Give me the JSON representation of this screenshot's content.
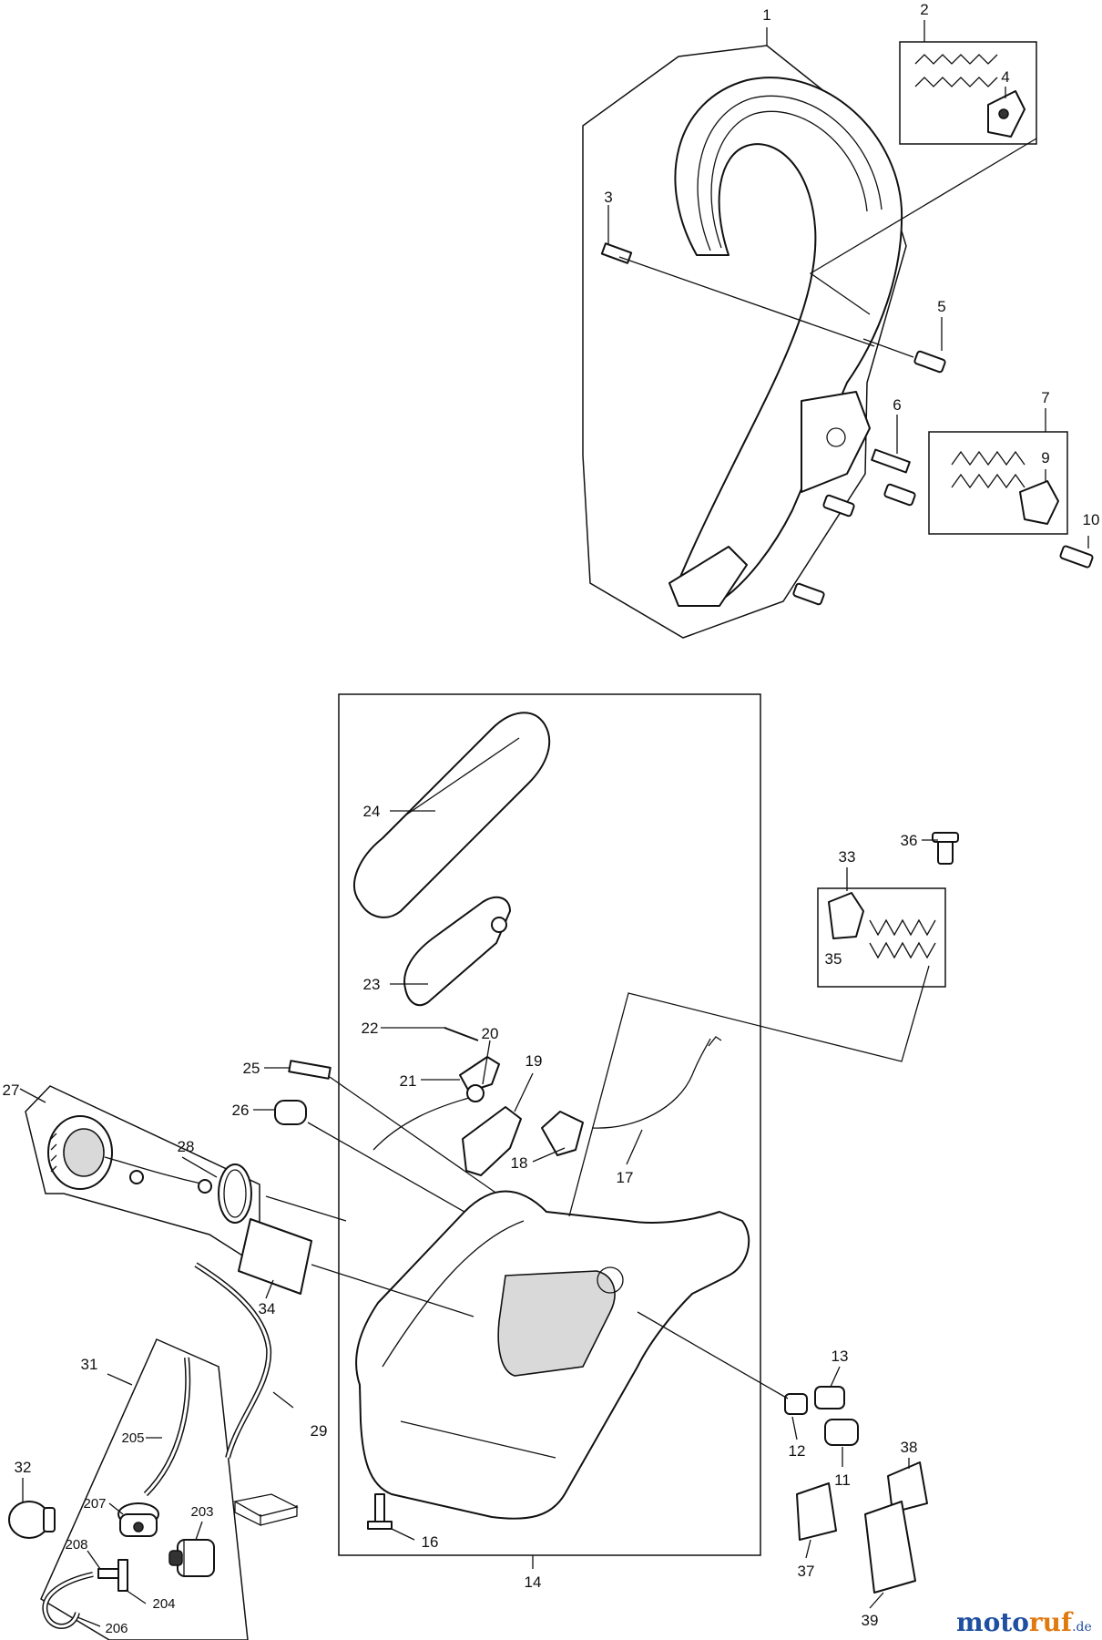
{
  "parts": [
    {
      "id": "p1",
      "label": "1"
    },
    {
      "id": "p2",
      "label": "2"
    },
    {
      "id": "p3",
      "label": "3"
    },
    {
      "id": "p4",
      "label": "4"
    },
    {
      "id": "p5",
      "label": "5"
    },
    {
      "id": "p6",
      "label": "6"
    },
    {
      "id": "p7",
      "label": "7"
    },
    {
      "id": "p9",
      "label": "9"
    },
    {
      "id": "p10",
      "label": "10"
    },
    {
      "id": "p11",
      "label": "11"
    },
    {
      "id": "p12",
      "label": "12"
    },
    {
      "id": "p13",
      "label": "13"
    },
    {
      "id": "p14",
      "label": "14"
    },
    {
      "id": "p16",
      "label": "16"
    },
    {
      "id": "p17",
      "label": "17"
    },
    {
      "id": "p18",
      "label": "18"
    },
    {
      "id": "p19",
      "label": "19"
    },
    {
      "id": "p20",
      "label": "20"
    },
    {
      "id": "p21",
      "label": "21"
    },
    {
      "id": "p22",
      "label": "22"
    },
    {
      "id": "p23",
      "label": "23"
    },
    {
      "id": "p24",
      "label": "24"
    },
    {
      "id": "p25",
      "label": "25"
    },
    {
      "id": "p26",
      "label": "26"
    },
    {
      "id": "p27",
      "label": "27"
    },
    {
      "id": "p28",
      "label": "28"
    },
    {
      "id": "p29",
      "label": "29"
    },
    {
      "id": "p31",
      "label": "31"
    },
    {
      "id": "p32",
      "label": "32"
    },
    {
      "id": "p33",
      "label": "33"
    },
    {
      "id": "p34",
      "label": "34"
    },
    {
      "id": "p35",
      "label": "35"
    },
    {
      "id": "p36",
      "label": "36"
    },
    {
      "id": "p37",
      "label": "37"
    },
    {
      "id": "p38",
      "label": "38"
    },
    {
      "id": "p39",
      "label": "39"
    },
    {
      "id": "p203",
      "label": "203"
    },
    {
      "id": "p204",
      "label": "204"
    },
    {
      "id": "p205",
      "label": "205"
    },
    {
      "id": "p206",
      "label": "206"
    },
    {
      "id": "p207",
      "label": "207"
    },
    {
      "id": "p208",
      "label": "208"
    }
  ],
  "watermark": {
    "part_a": "moto",
    "part_b": "ruf",
    "suffix": ".de"
  },
  "colors": {
    "line": "#111111",
    "shade": "#d9d9d9",
    "watermark_blue": "#1f4fa0",
    "watermark_orange": "#e07a10"
  }
}
